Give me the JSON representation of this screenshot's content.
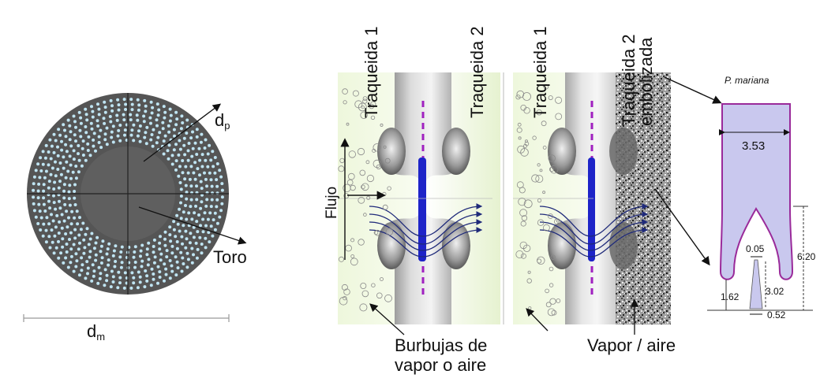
{
  "pit_membrane": {
    "label_dp": "d",
    "label_dp_sub": "p",
    "label_toro": "Toro",
    "label_dm": "d",
    "label_dm_sub": "m",
    "colors": {
      "disc": "#555555",
      "torus": "#5f5f5f",
      "pores": "#bfe4f2"
    }
  },
  "panel_a": {
    "tracheid_1": "Traqueida 1",
    "tracheid_2": "Traqueida 2",
    "flow_label": "Flujo",
    "bubbles_label_line1": "Burbujas de",
    "bubbles_label_line2": "vapor o aire"
  },
  "panel_b": {
    "tracheid_1": "Traqueida 1",
    "tracheid_2_line1": "Traqueida 2",
    "tracheid_2_line2": "embolizada",
    "vapor_label": "Vapor / aire"
  },
  "pit_profile": {
    "species": "P. mariana",
    "dim_width": "3.53",
    "dim_height": "6.20",
    "dim_aperture": "0.05",
    "dim_depth": "3.02",
    "dim_left": "1.62",
    "dim_base": "0.52",
    "colors": {
      "fill": "#c9c8ee",
      "stroke": "#9a2a9a"
    }
  }
}
